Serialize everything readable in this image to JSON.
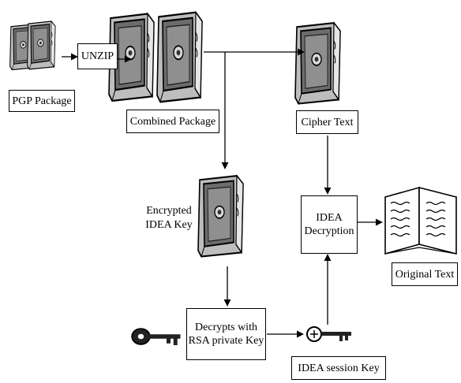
{
  "labels": {
    "pgp_package": "PGP Package",
    "unzip": "UNZIP",
    "combined_package": "Combined Package",
    "cipher_text": "Cipher Text",
    "encrypted_idea_key": "Encrypted\nIDEA Key",
    "idea_decryption": "IDEA\nDecryption",
    "original_text": "Original Text",
    "rsa_decrypt": "Decrypts with\nRSA private Key",
    "idea_session_key": "IDEA session Key"
  },
  "icons": {
    "pgp_package": "safe-pair-icon",
    "combined_package": "safe-pair-icon",
    "cipher_text": "safe-icon",
    "encrypted_key": "safe-icon",
    "private_key": "key-icon",
    "session_key": "key-icon",
    "original_text": "open-book-icon"
  },
  "colors": {
    "safe_body": "#b9b9b9",
    "safe_door": "#6c6c6c",
    "line": "#000000"
  }
}
